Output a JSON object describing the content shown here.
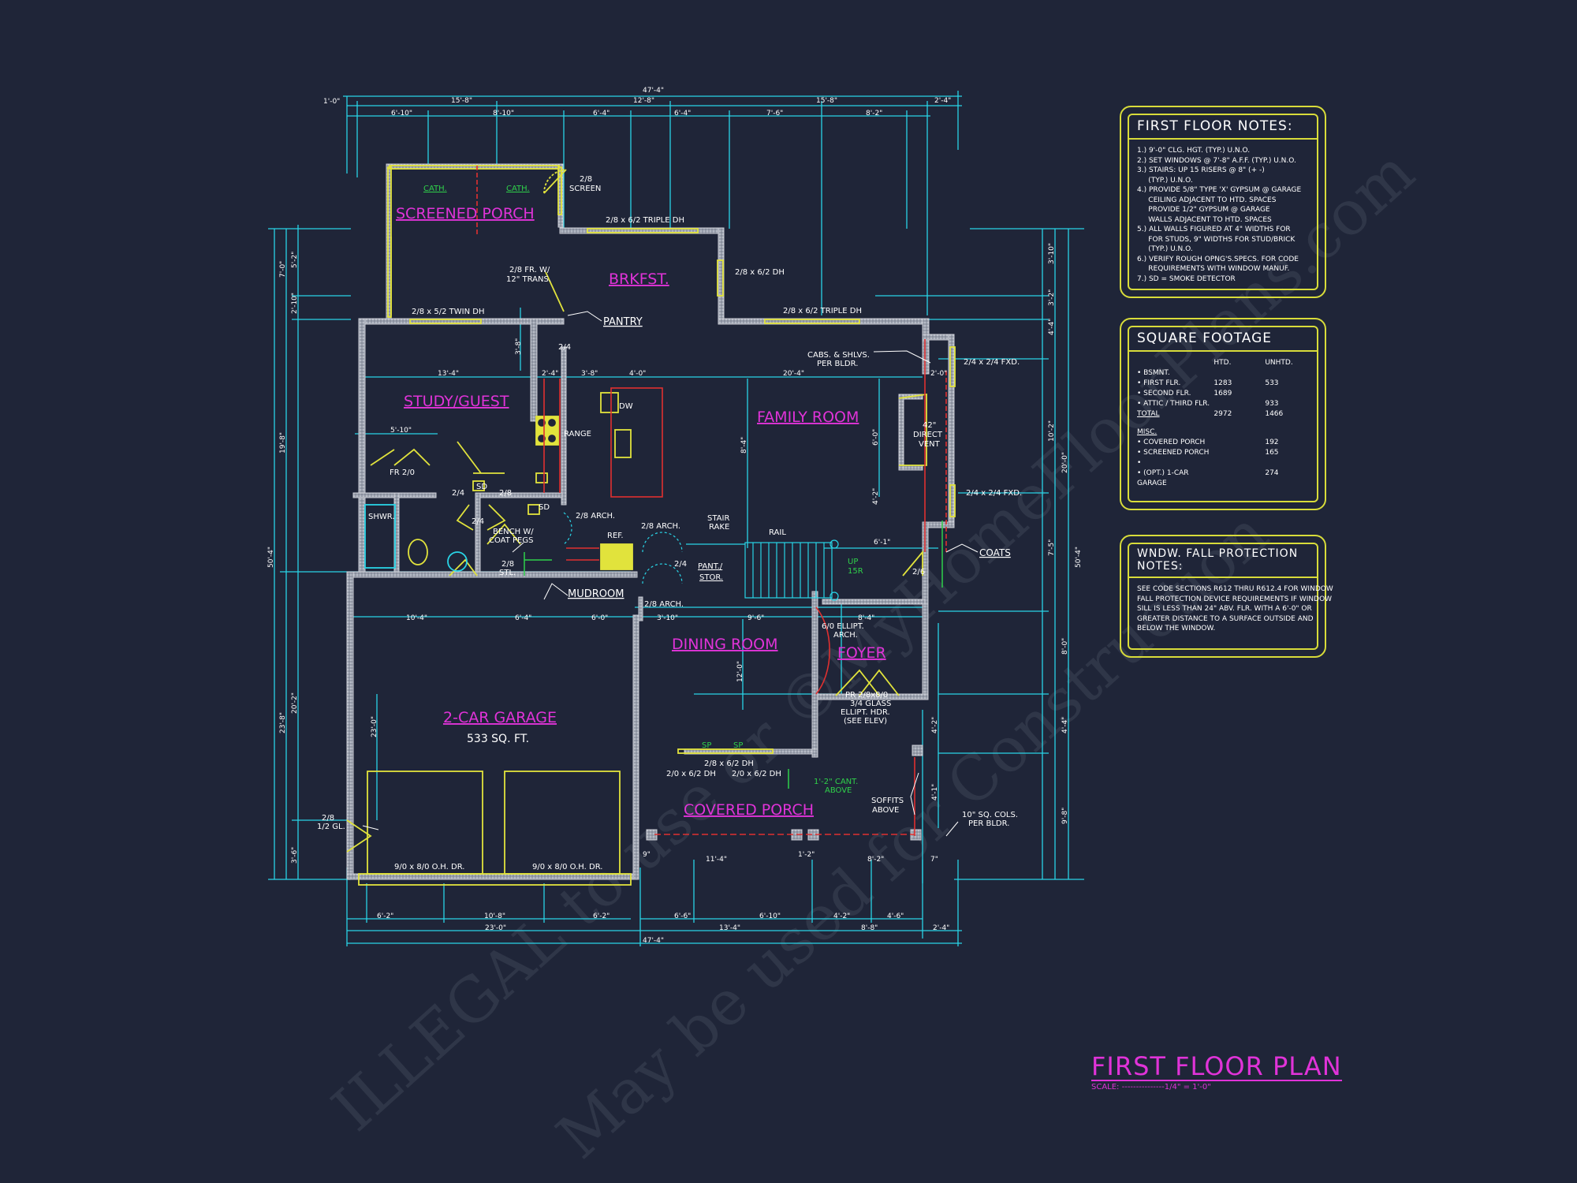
{
  "title": "FIRST FLOOR PLAN",
  "scale": "SCALE: ---------------1/4\" = 1'-0\"",
  "watermark": [
    "ILLEGAL to use or ©MyHomeFloorPlans.com",
    "May be used for Construction"
  ],
  "rooms": {
    "screened_porch": "SCREENED PORCH",
    "brkfst": "BRKFST.",
    "study": "STUDY/GUEST",
    "family": "FAMILY ROOM",
    "dining": "DINING ROOM",
    "foyer": "FOYER",
    "garage": "2-CAR GARAGE",
    "garage_sqft": "533 SQ. FT.",
    "covered_porch": "COVERED PORCH",
    "mudroom": "MUDROOM",
    "pantry": "PANTRY"
  },
  "labels": {
    "cath1": "CATH.",
    "cath2": "CATH.",
    "screen_door": "2/8",
    "screen_door2": "SCREEN",
    "triple_dh_top": "2/8 x 6/2 TRIPLE DH",
    "dh_brk": "2/8 x 6/2 DH",
    "fr_trans": "2/8 FR. W/",
    "fr_trans2": "12\" TRANS.",
    "twin_dh": "2/8 x 5/2 TWIN DH",
    "triple_dh_fam": "2/8 x 6/2 TRIPLE DH",
    "cabs": "CABS. & SHLVS.",
    "cabs2": "PER BLDR.",
    "fxd1": "2/4 x 2/4 FXD.",
    "fxd2": "2/4 x 2/4 FXD.",
    "direct_vent": "42\"",
    "direct_vent2": "DIRECT",
    "direct_vent3": "VENT",
    "range": "RANGE",
    "dw": "DW",
    "fr_2_0": "FR 2/0",
    "shwr": "SHWR.",
    "d24a": "2/4",
    "d24b": "2/4",
    "d24c": "2/4",
    "d24d": "2/4",
    "d28": "2/8",
    "sd1": "SD",
    "sd2": "SD",
    "bench": "BENCH W/",
    "bench2": "COAT PEGS",
    "stl": "2/8",
    "stl2": "STL.",
    "arch1": "2/8 ARCH.",
    "arch2": "2/8 ARCH.",
    "arch3": "2/8 ARCH.",
    "ref": "REF.",
    "stair_rake": "STAIR",
    "stair_rake2": "RAKE",
    "rail": "RAIL",
    "up": "UP",
    "up2": "15R",
    "pant": "PANT./",
    "pant2": "STOR.",
    "coats": "COATS",
    "d26": "2/6",
    "ellipt": "6/0 ELLIPT.",
    "ellipt2": "ARCH.",
    "front_door": "PR 2/8x8/0",
    "front_door2": "3/4 GLASS",
    "front_door3": "ELLIPT. HDR.",
    "front_door4": "(SEE ELEV)",
    "dh_din": "2/8 x 6/2 DH",
    "dh_din2": "2/0 x 6/2 DH",
    "dh_din3": "2/0 x 6/2 DH",
    "sp1": "SP",
    "sp2": "SP",
    "cant": "1'-2\" CANT.",
    "cant2": "ABOVE",
    "soffits": "SOFFITS",
    "soffits2": "ABOVE",
    "cols": "10\" SQ. COLS.",
    "cols2": "PER BLDR.",
    "gl": "2/8",
    "gl2": "1/2 GL.",
    "ohdr1": "9/0 x 8/0 O.H. DR.",
    "ohdr2": "9/0 x 8/0 O.H. DR."
  },
  "dims": {
    "top_total": "47'-4\"",
    "top_1": "1'-0\"",
    "top_a": "15'-8\"",
    "top_b": "12'-8\"",
    "top_c": "15'-8\"",
    "top_d": "2'-4\"",
    "top_e": "6'-10\"",
    "top_f": "8'-10\"",
    "top_g": "6'-4\"",
    "top_h": "6'-4\"",
    "top_i": "7'-6\"",
    "top_j": "8'-2\"",
    "bot_a": "6'-2\"",
    "bot_b": "10'-8\"",
    "bot_c": "6'-2\"",
    "bot_d": "6'-6\"",
    "bot_e": "6'-10\"",
    "bot_f": "4'-2\"",
    "bot_g": "4'-6\"",
    "bot_h": "23'-0\"",
    "bot_i": "13'-4\"",
    "bot_j": "8'-8\"",
    "bot_k": "2'-4\"",
    "bot_total": "47'-4\"",
    "left_a": "50'-4\"",
    "left_b": "19'-8\"",
    "left_c": "23'-8\"",
    "left_d": "20'-2\"",
    "left_e": "3'-6\"",
    "left_f": "7'-0\"",
    "left_g": "5'-2\"",
    "left_h": "2'-10\"",
    "right_a": "50'-4\"",
    "right_b": "20'-0\"",
    "right_c": "10'-2\"",
    "right_d": "3'-10\"",
    "right_e": "3'-2\"",
    "right_f": "4'-4\"",
    "right_g": "7'-5\"",
    "right_h": "8'-0\"",
    "right_i": "4'-4\"",
    "right_j": "9'-8\"",
    "in_a": "13'-4\"",
    "in_b": "5'-10\"",
    "in_c": "2'-4\"",
    "in_d": "3'-8\"",
    "in_e": "4'-0\"",
    "in_f": "20'-4\"",
    "in_g": "2'-0\"",
    "in_h": "10'-4\"",
    "in_i": "6'-4\"",
    "in_j": "6'-0\"",
    "in_k": "3'-10\"",
    "in_l": "9'-6\"",
    "in_m": "8'-4\"",
    "in_n": "6'-1\"",
    "in_o": "9\"",
    "in_p": "11'-4\"",
    "in_q": "1'-2\"",
    "in_r": "8'-2\"",
    "in_s": "7\"",
    "in_t": "23'-0\"",
    "in_u": "12'-0\"",
    "in_v": "8'-4\"",
    "in_w": "6'-0\"",
    "in_x": "4'-2\"",
    "in_y": "3'-8\"",
    "in_z": "4'-2\"",
    "in_aa": "4'-1\""
  },
  "notes": {
    "title": "FIRST FLOOR NOTES:",
    "lines": [
      "1.) 9'-0\" CLG. HGT. (TYP.) U.N.O.",
      "2.) SET WINDOWS @ 7'-8\" A.F.F. (TYP.) U.N.O.",
      "3.) STAIRS: UP 15 RISERS @ 8\" (+ -)",
      "     (TYP.) U.N.O.",
      "4.) PROVIDE 5/8\" TYPE 'X' GYPSUM @ GARAGE",
      "     CEILING ADJACENT TO HTD. SPACES",
      "     PROVIDE 1/2\" GYPSUM @ GARAGE",
      "     WALLS ADJACENT TO HTD. SPACES",
      "5.) ALL WALLS FIGURED AT 4\" WIDTHS FOR",
      "     FOR STUDS, 9\" WIDTHS FOR STUD/BRICK",
      "     (TYP.) U.N.O.",
      "6.) VERIFY ROUGH OPNG'S.SPECS. FOR CODE",
      "     REQUIREMENTS WITH WINDOW MANUF.",
      "7.) SD = SMOKE DETECTOR"
    ]
  },
  "sqft": {
    "title": "SQUARE FOOTAGE",
    "col_htd": "HTD.",
    "col_unhtd": "UNHTD.",
    "rows": [
      [
        "• BSMNT.",
        "",
        ""
      ],
      [
        "• FIRST FLR.",
        "1283",
        "533"
      ],
      [
        "• SECOND FLR.",
        "1689",
        ""
      ],
      [
        "• ATTIC / THIRD FLR.",
        "",
        "933"
      ],
      [
        "",
        "",
        ""
      ],
      [
        "TOTAL",
        "2972",
        "1466"
      ]
    ],
    "misc_title": "MISC.",
    "misc_rows": [
      [
        "• COVERED PORCH",
        "",
        "192"
      ],
      [
        "• SCREENED PORCH",
        "",
        "165"
      ],
      [
        "•",
        "",
        ""
      ],
      [
        "• (OPT.) 1-CAR GARAGE",
        "",
        "274"
      ]
    ]
  },
  "fall": {
    "title": "WNDW. FALL PROTECTION NOTES:",
    "lines": [
      "SEE CODE SECTIONS R612 THRU R612.4 FOR WINDOW",
      "FALL PROTECTION DEVICE REQUIREMENTS IF WINDOW",
      "SILL IS LESS THAN 24\" ABV. FLR. WITH A 6'-0\" OR",
      "GREATER DISTANCE TO A SURFACE OUTSIDE AND",
      "BELOW THE WINDOW."
    ]
  }
}
